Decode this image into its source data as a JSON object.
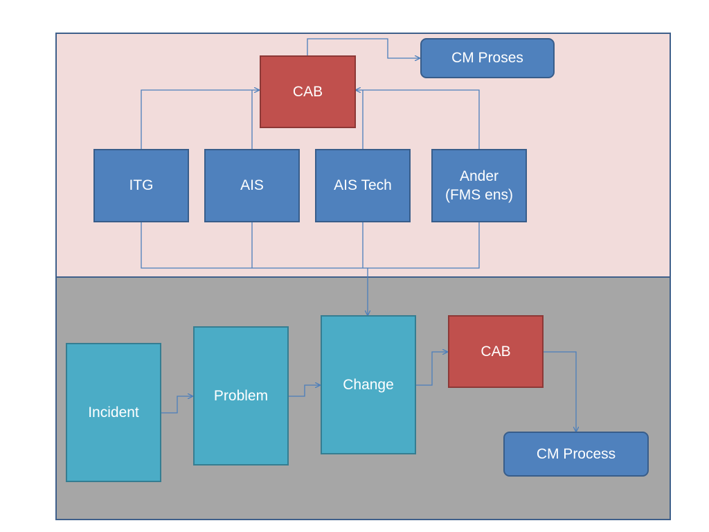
{
  "diagram": {
    "top_section": {
      "cab": "CAB",
      "cm_proses": "CM Proses",
      "sources": [
        {
          "label": "ITG"
        },
        {
          "label": "AIS"
        },
        {
          "label": "AIS Tech"
        },
        {
          "label": "Ander\n(FMS ens)"
        }
      ]
    },
    "bottom_section": {
      "incident": "Incident",
      "problem": "Problem",
      "change": "Change",
      "cab": "CAB",
      "cm_process": "CM Process"
    },
    "colors": {
      "top_panel": "#f2dcdb",
      "bottom_panel": "#a6a6a6",
      "blue_box": "#4f81bd",
      "red_box": "#c0504d",
      "teal_box": "#4bacc6",
      "connector": "#4a7ebb"
    }
  }
}
